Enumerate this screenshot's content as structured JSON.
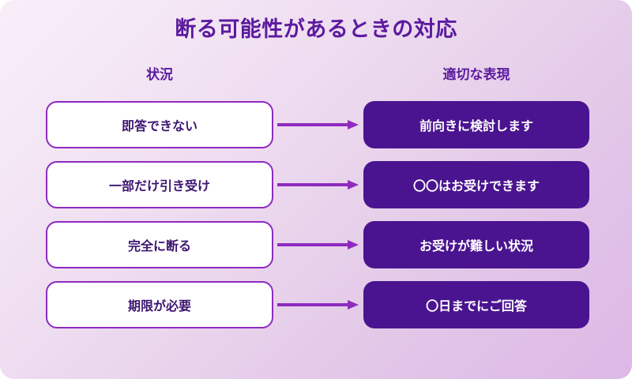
{
  "title": "断る可能性があるときの対応",
  "headers": {
    "left": "状況",
    "right": "適切な表現"
  },
  "colors": {
    "title_text": "#5b1a9e",
    "header_text": "#5b1a9e",
    "left_box_border": "#8e2bbf",
    "left_box_fill": "#ffffff",
    "left_box_text": "#3d1570",
    "right_box_fill": "#4a1490",
    "right_box_text": "#ffffff",
    "arrow": "#8e2bbf",
    "background_from": "#f8eef8",
    "background_to": "#dcb8e6"
  },
  "rows": [
    {
      "situation": "即答できない",
      "expression": "前向きに検討します",
      "connector": "arrow-right-icon"
    },
    {
      "situation": "一部だけ引き受け",
      "expression": "〇〇はお受けできます",
      "connector": "arrow-right-icon"
    },
    {
      "situation": "完全に断る",
      "expression": "お受けが難しい状況",
      "connector": "arrow-right-icon"
    },
    {
      "situation": "期限が必要",
      "expression": "〇日までにご回答",
      "connector": "arrow-right-icon"
    }
  ]
}
